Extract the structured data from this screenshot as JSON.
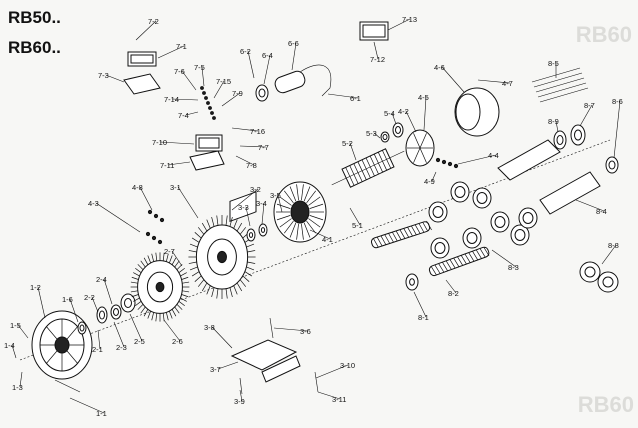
{
  "models": [
    "RB50..",
    "RB60.."
  ],
  "watermarks": [
    "RB60",
    "RB60"
  ],
  "labels": {
    "1-1": "1-1",
    "1-2": "1-2",
    "1-3": "1-3",
    "1-4": "1-4",
    "1-5": "1-5",
    "1-6": "1-6",
    "2-1": "2-1",
    "2-2": "2-2",
    "2-3": "2-3",
    "2-4": "2-4",
    "2-5": "2-5",
    "2-6": "2-6",
    "2-7": "2-7",
    "3-1": "3-1",
    "3-2": "3-2",
    "3-3": "3-3",
    "3-4": "3-4",
    "3-5": "3-5",
    "3-6": "3-6",
    "3-7": "3-7",
    "3-8": "3-8",
    "3-9": "3-9",
    "3-10": "3-10",
    "3-11": "3-11",
    "4-1": "4-1",
    "4-2": "4-2",
    "4-3": "4-3",
    "4-4": "4-4",
    "4-5": "4-5",
    "4-6": "4-6",
    "4-7": "4-7",
    "4-8": "4-8",
    "4-9": "4-9",
    "5-1": "5-1",
    "5-2": "5-2",
    "5-3": "5-3",
    "5-4": "5-4",
    "6-1": "6-1",
    "6-2": "6-2",
    "6-4": "6-4",
    "6-6": "6-6",
    "7-1": "7-1",
    "7-2": "7-2",
    "7-3": "7-3",
    "7-4": "7-4",
    "7-5": "7-5",
    "7-6": "7-6",
    "7-7": "7-7",
    "7-8": "7-8",
    "7-9": "7-9",
    "7-10": "7-10",
    "7-11": "7-11",
    "7-12": "7-12",
    "7-13": "7-13",
    "7-14": "7-14",
    "7-15": "7-15",
    "7-16": "7-16",
    "8-1": "8-1",
    "8-2": "8-2",
    "8-3": "8-3",
    "8-4": "8-4",
    "8-5": "8-5",
    "8-6": "8-6",
    "8-7": "8-7",
    "8-8": "8-8",
    "8-9": "8-9"
  }
}
